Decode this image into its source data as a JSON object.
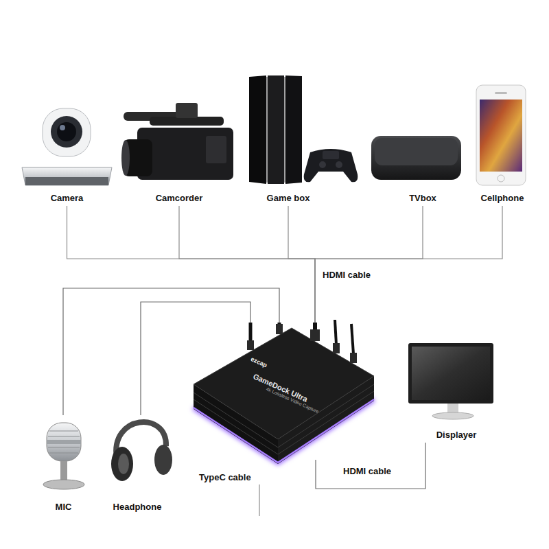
{
  "diagram": {
    "nodes": [
      {
        "text": [
          "Camera"
        ]
      },
      {
        "text": [
          "Camcorder"
        ]
      },
      {
        "text": [
          "Game box"
        ]
      },
      {
        "text": [
          "TVbox"
        ]
      },
      {
        "text": [
          "Cellphone"
        ]
      },
      {
        "text": [
          "ezcap",
          "GameDock Ultra",
          "4k Lossless Video Capture"
        ]
      },
      {
        "text": [
          "MIC"
        ]
      },
      {
        "text": [
          "Headphone"
        ]
      },
      {
        "text": [
          "Displayer"
        ]
      }
    ],
    "edges": [
      {
        "from": 0,
        "to": 5,
        "arrow": "none"
      },
      {
        "from": 1,
        "to": 5,
        "arrow": "none"
      },
      {
        "from": 2,
        "to": 5,
        "arrow": "none"
      },
      {
        "from": 3,
        "to": 5,
        "arrow": "none"
      },
      {
        "from": 4,
        "to": 5,
        "arrow": "none"
      },
      {
        "from": 6,
        "to": 5,
        "arrow": "none"
      },
      {
        "from": 7,
        "to": 5,
        "arrow": "none"
      },
      {
        "from": 5,
        "to": 8,
        "arrow": "none",
        "label": "HDMI cable"
      }
    ],
    "labels": [
      "HDMI cable",
      "TypeC cable"
    ]
  }
}
